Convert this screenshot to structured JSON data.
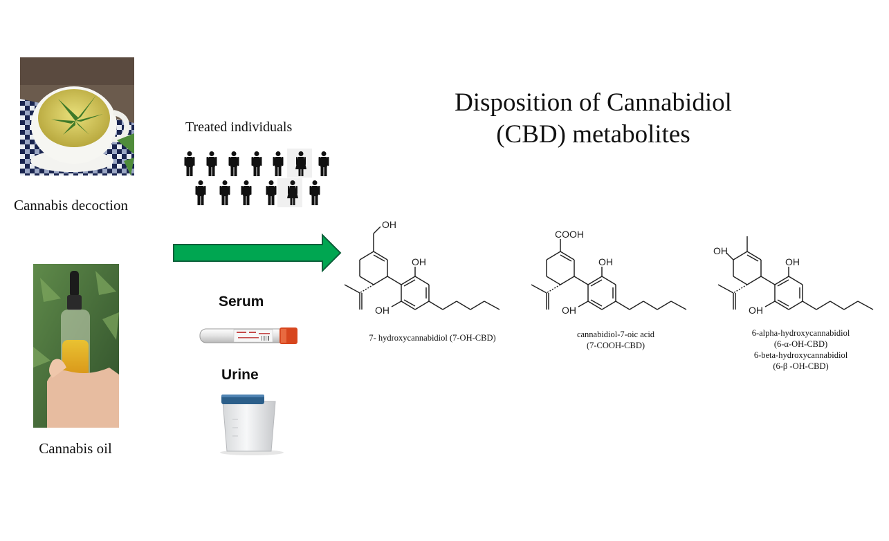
{
  "title_line1": "Disposition of Cannabidiol",
  "title_line2": "(CBD) metabolites",
  "sources": {
    "decoction_label": "Cannabis decoction",
    "oil_label": "Cannabis oil"
  },
  "treated_individuals_label": "Treated individuals",
  "samples": {
    "serum_label": "Serum",
    "urine_label": "Urine"
  },
  "metabolites": [
    {
      "group_label": "OH",
      "phenol_top": "OH",
      "phenol_bottom": "OH",
      "caption_lines": [
        "7- hydroxycannabidiol (7-OH-CBD)"
      ]
    },
    {
      "group_label": "COOH",
      "phenol_top": "OH",
      "phenol_bottom": "OH",
      "caption_lines": [
        "cannabidiol-7-oic acid",
        "(7-COOH-CBD)"
      ]
    },
    {
      "group_label": "OH",
      "phenol_top": "OH",
      "phenol_bottom": "OH",
      "caption_lines": [
        "6-alpha-hydroxycannabidiol",
        "(6-α-OH-CBD)",
        "6-beta-hydroxycannabidiol",
        "(6-β -OH-CBD)"
      ]
    }
  ],
  "people_row1": [
    "male",
    "male",
    "male",
    "male",
    "male",
    "female",
    "male"
  ],
  "people_row2": [
    "male",
    "male",
    "male",
    "male",
    "female",
    "male"
  ],
  "colors": {
    "arrow_fill": "#00A651",
    "arrow_stroke": "#0D5F3A",
    "cap_orange": "#D7461E",
    "urine_lid": "#2C5F8A"
  }
}
